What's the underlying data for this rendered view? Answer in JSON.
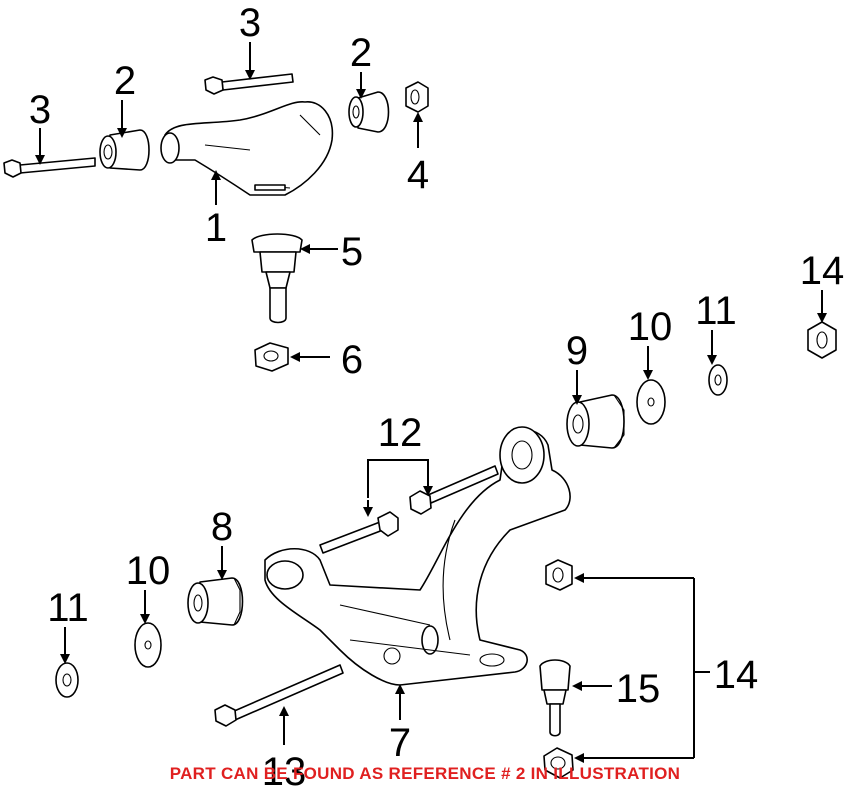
{
  "diagram": {
    "callouts": [
      "1",
      "2",
      "2",
      "3",
      "3",
      "4",
      "5",
      "6",
      "7",
      "8",
      "9",
      "10",
      "10",
      "11",
      "11",
      "12",
      "13",
      "14",
      "14",
      "15"
    ]
  },
  "notice": {
    "text": "PART CAN BE FOUND AS REFERENCE # 2 IN ILLUSTRATION",
    "color": "#e02020"
  },
  "colors": {
    "line": "#000000",
    "background": "#ffffff"
  }
}
